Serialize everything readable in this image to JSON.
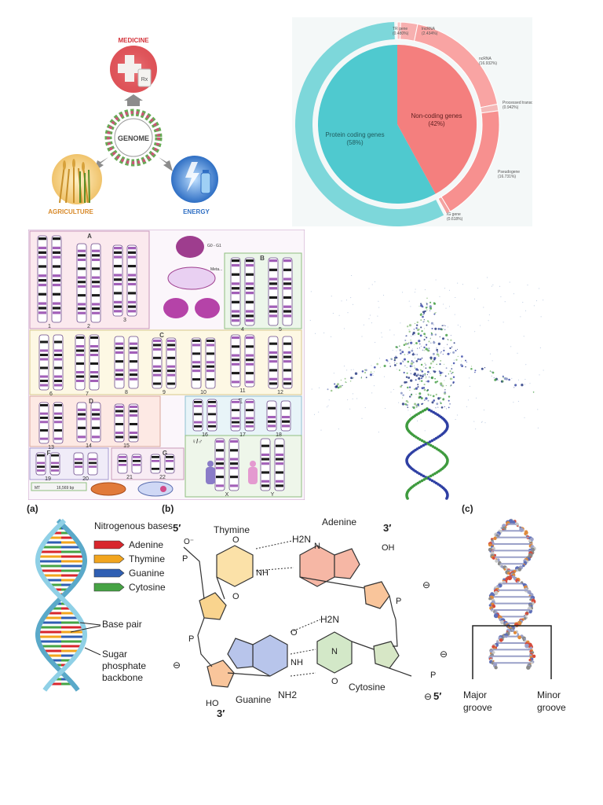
{
  "genome_cycle": {
    "center": "GENOME",
    "medicine": "MEDICINE",
    "rx": "Rx",
    "agriculture": "AGRICULTURE",
    "energy": "ENERGY",
    "colors": {
      "medicine": "#d4343c",
      "agriculture": "#d88a2a",
      "energy": "#2f6fc4"
    }
  },
  "donut": {
    "inner_protein": {
      "name": "Protein coding genes",
      "pct": "(58%)"
    },
    "inner_noncoding": {
      "name": "Non-coding genes",
      "pct": "(42%)"
    },
    "outer_labels": [
      {
        "name": "TR gene",
        "pct": "(0.480%)"
      },
      {
        "name": "lncRNA",
        "pct": "(2.434%)"
      },
      {
        "name": "ncRNA",
        "pct": "(16.932%)"
      },
      {
        "name": "Processed transcript",
        "pct": "(0.942%)"
      },
      {
        "name": "Pseudogene",
        "pct": "(16.731%)"
      },
      {
        "name": "IG gene",
        "pct": "(0.618%)"
      }
    ],
    "colors": {
      "protein": "#4fc9cf",
      "protein_outer": "#7dd7da",
      "noncoding": "#f47f7e",
      "noncoding_outer": "#f9a4a3"
    }
  },
  "chart_data": {
    "type": "pie",
    "series": [
      {
        "values": [
          58,
          42
        ],
        "categories": [
          "Protein coding genes",
          "Non-coding genes"
        ]
      },
      {
        "values": [
          0.48,
          2.434,
          16.932,
          0.942,
          16.731,
          0.618
        ],
        "categories": [
          "TR gene",
          "lncRNA",
          "ncRNA",
          "Processed transcript",
          "Pseudogene",
          "IG gene"
        ]
      }
    ]
  },
  "karyotype": {
    "groups": [
      "A",
      "B",
      "C",
      "D",
      "E",
      "F",
      "G"
    ],
    "sex_label": "♀/♂",
    "chromosomes": [
      "1",
      "2",
      "3",
      "4",
      "5",
      "6",
      "7",
      "8",
      "9",
      "10",
      "11",
      "12",
      "13",
      "14",
      "15",
      "16",
      "17",
      "18",
      "19",
      "20",
      "21",
      "22",
      "X",
      "Y"
    ],
    "mt_label": "MT",
    "mt_note": "16,569 bp",
    "inset_label": "G0 - G1",
    "inset_label2": "Meta..."
  },
  "dna_bases": {
    "panel_a": "(a)",
    "panel_b": "(b)",
    "panel_c": "(c)",
    "legend_title": "Nitrogenous bases:",
    "bases": [
      {
        "name": "Adenine",
        "color": "#d8262c"
      },
      {
        "name": "Thymine",
        "color": "#f2a51e"
      },
      {
        "name": "Guanine",
        "color": "#2f5fb3"
      },
      {
        "name": "Cytosine",
        "color": "#46a344"
      }
    ],
    "base_pair": "Base pair",
    "backbone_1": "Sugar",
    "backbone_2": "phosphate",
    "backbone_3": "backbone"
  },
  "structure": {
    "thymine": "Thymine",
    "adenine": "Adenine",
    "guanine": "Guanine",
    "cytosine": "Cytosine",
    "five_prime": "5′",
    "three_prime": "3′",
    "h2n": "H2N",
    "nh2": "NH2",
    "oh": "OH",
    "ho": "HO",
    "o": "O",
    "n": "N",
    "nh": "NH",
    "p": "P",
    "minus": "⊖",
    "o_minus": "O⁻"
  },
  "grooves": {
    "major_1": "Major",
    "major_2": "groove",
    "minor_1": "Minor",
    "minor_2": "groove"
  }
}
